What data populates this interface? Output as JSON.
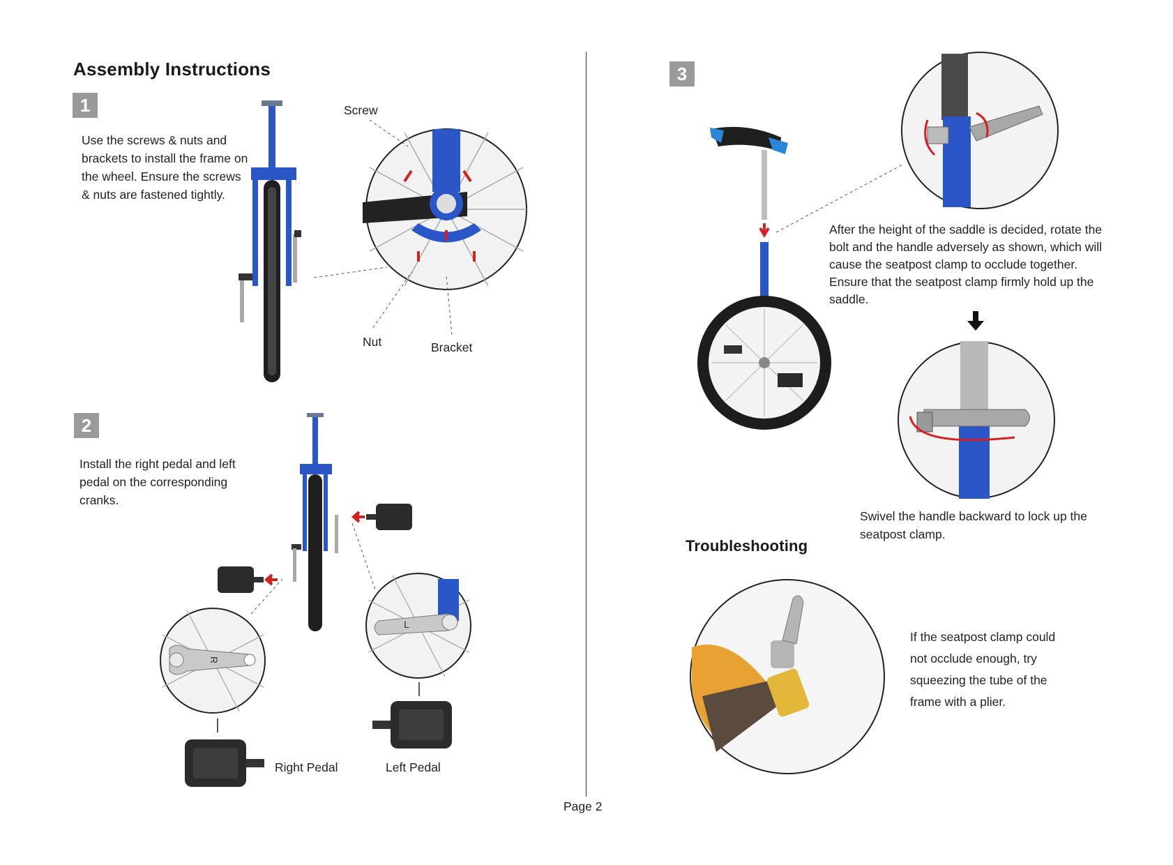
{
  "page": {
    "title": "Assembly Instructions",
    "page_number": "Page 2"
  },
  "step1": {
    "badge": "1",
    "text": "Use the screws & nuts and brackets to install the frame on the wheel. Ensure the screws & nuts are fastened tightly.",
    "labels": {
      "screw": "Screw",
      "nut": "Nut",
      "bracket": "Bracket"
    }
  },
  "step2": {
    "badge": "2",
    "text": "Install the right pedal and left pedal on the corresponding cranks.",
    "labels": {
      "right_pedal": "Right Pedal",
      "left_pedal": "Left Pedal",
      "crank_right_mark": "R",
      "crank_left_mark": "L"
    }
  },
  "step3": {
    "badge": "3",
    "text": "After the height of the saddle is decided, rotate the bolt and the handle adversely as shown, which will cause the seatpost clamp to occlude together. Ensure that the seatpost clamp firmly hold up the saddle.",
    "swivel_text": "Swivel the handle backward to lock up the seatpost clamp."
  },
  "troubleshooting": {
    "heading": "Troubleshooting",
    "text": "If the seatpost clamp could not occlude enough, try squeezing the tube of the frame with a plier."
  },
  "colors": {
    "frame_blue": "#2a56c8",
    "arrow_red": "#d42020",
    "badge_gray": "#9a9a9a"
  }
}
